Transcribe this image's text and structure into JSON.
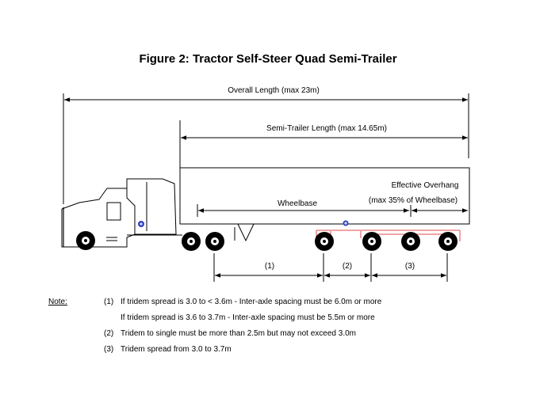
{
  "figure": {
    "title": "Figure 2:  Tractor Self-Steer Quad Semi-Trailer"
  },
  "dimensions": {
    "overall_length": "Overall Length (max 23m)",
    "semi_trailer_length": "Semi-Trailer Length (max 14.65m)",
    "wheelbase": "Wheelbase",
    "effective_overhang": "Effective Overhang",
    "effective_overhang_limit": "(max 35% of Wheelbase)",
    "spacing_1": "(1)",
    "spacing_2": "(2)",
    "spacing_3": "(3)"
  },
  "notes": {
    "label": "Note:",
    "items": [
      {
        "num": "(1)",
        "text": "If tridem spread is 3.0 to < 3.6m - Inter-axle spacing must be 6.0m or more"
      },
      {
        "num": "",
        "text": "If tridem spread is 3.6 to 3.7m - Inter-axle spacing must be 5.5m or more"
      },
      {
        "num": "(2)",
        "text": "Tridem to single must be more than 2.5m but may not exceed 3.0m"
      },
      {
        "num": "(3)",
        "text": "Tridem spread from 3.0 to 3.7m"
      }
    ]
  },
  "colors": {
    "line": "#000000",
    "axle_group_frame": "#e04a4a",
    "logo": "#3040c0"
  }
}
